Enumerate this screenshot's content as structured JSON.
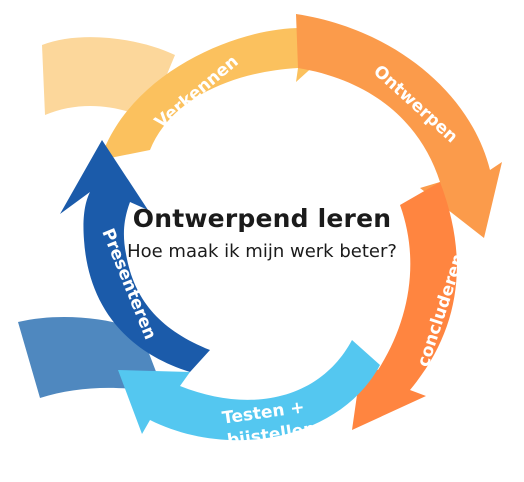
{
  "title": "Ontwerpend leren",
  "subtitle": "Hoe maak ik mijn werk beter?",
  "stages": [
    {
      "label": "Verkennen",
      "color": "#FBC15E"
    },
    {
      "label": "Ontwerpen",
      "color": "#FB9B4B"
    },
    {
      "label": "concluderen",
      "color": "#FF8540"
    },
    {
      "label": "Testen +",
      "label2": "bijstellen",
      "color": "#54C7F0"
    },
    {
      "label": "Presenteren",
      "color": "#1B5BAA"
    }
  ],
  "colors": {
    "tail_orange": "#FCD79B",
    "tail_blue": "#4F88BF",
    "text": "#1b1b1b"
  }
}
